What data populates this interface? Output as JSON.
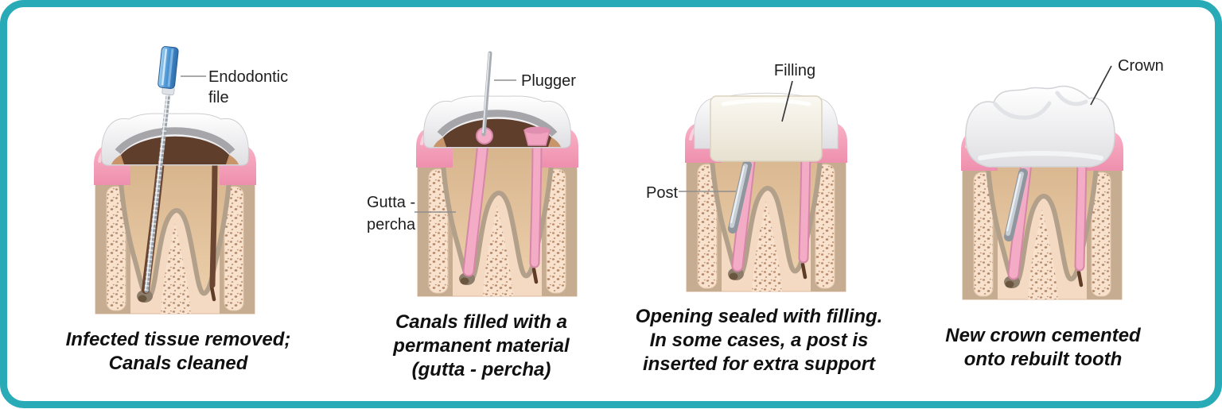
{
  "frame": {
    "border_color": "#28aab7",
    "background": "#ffffff"
  },
  "palette": {
    "gum_pink": "#f49cb7",
    "bone_light": "#f4d9c3",
    "bone_band": "#c6ad92",
    "bone_dots": "#b3886a",
    "dentin_tan": "#e0bd96",
    "periodontal_gray": "#b2a08b",
    "canal_infected_brown": "#6a4531",
    "gutta_percha_pink": "#f3abc6",
    "enamel_white": "#f4f4f6",
    "access_gray": "#a6a6aa",
    "filling_cream": "#f0ece0",
    "steel_gray": "#9aa1a9",
    "file_handle_blue": "#4e97d6",
    "label_text": "#1e1e1e",
    "caption_text": "#101010"
  },
  "panels": [
    {
      "step": 1,
      "illustration": "molar-cross-section-with-endodontic-file",
      "labels": [
        {
          "name": "endodontic-file",
          "lines": [
            "Endodontic",
            "file"
          ]
        }
      ],
      "caption_lines": [
        "Infected tissue removed;",
        "Canals cleaned"
      ]
    },
    {
      "step": 2,
      "illustration": "molar-cross-section-canals-filled",
      "labels": [
        {
          "name": "plugger",
          "lines": [
            "Plugger"
          ]
        },
        {
          "name": "gutta-percha",
          "lines": [
            "Gutta -",
            "percha"
          ]
        }
      ],
      "caption_lines": [
        "Canals filled with a",
        "permanent material",
        "(gutta - percha)"
      ]
    },
    {
      "step": 3,
      "illustration": "molar-cross-section-sealed-with-filling-and-post",
      "labels": [
        {
          "name": "filling",
          "lines": [
            "Filling"
          ]
        },
        {
          "name": "post",
          "lines": [
            "Post"
          ]
        }
      ],
      "caption_lines": [
        "Opening sealed with filling.",
        "In some cases, a post is",
        "inserted for extra support"
      ]
    },
    {
      "step": 4,
      "illustration": "molar-cross-section-with-crown",
      "labels": [
        {
          "name": "crown",
          "lines": [
            "Crown"
          ]
        }
      ],
      "caption_lines": [
        "New crown cemented",
        "onto rebuilt tooth"
      ]
    }
  ]
}
